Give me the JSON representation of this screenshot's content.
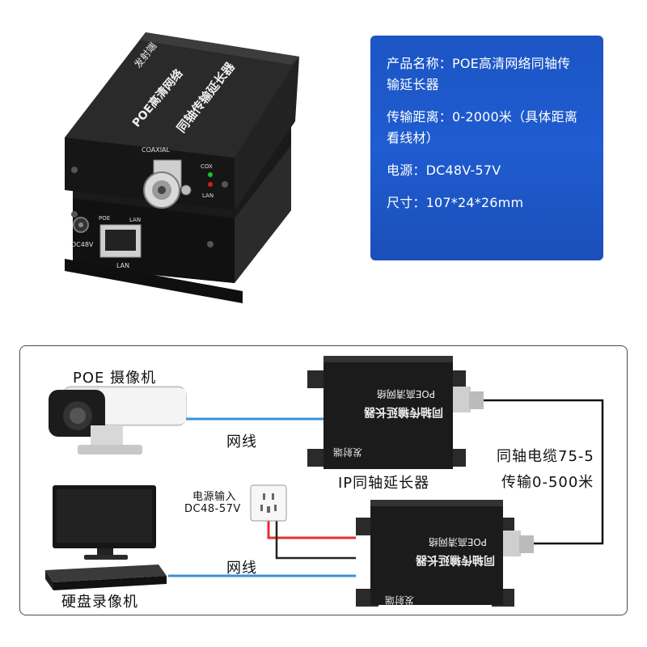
{
  "product": {
    "top_text_1": "发射端",
    "top_text_2": "POE高清网络",
    "top_text_3": "同轴传输延长器",
    "coaxial_label": "COAXIAL",
    "cox_label": "COX",
    "lan_led_label": "LAN",
    "dc_label": "DC48V",
    "poe_label": "POE",
    "lan_port_top_label": "LAN",
    "lan_port_label": "LAN"
  },
  "specs": [
    {
      "line1": "产品名称：POE高清网络同轴传",
      "line2": "输延长器"
    },
    {
      "line1": "传输距离：0-2000米（具体距离",
      "line2": "看线材）"
    },
    {
      "line1": "电源：DC48V-57V",
      "line2": ""
    },
    {
      "line1": "尺寸：107*24*26mm",
      "line2": ""
    }
  ],
  "diagram": {
    "camera_label": "POE 摄像机",
    "network_cable_top": "网线",
    "network_cable_bottom": "网线",
    "extender_label": "IP同轴延长器",
    "coax_cable_line1": "同轴电缆75-5",
    "coax_cable_line2": "传输0-500米",
    "power_input_line1": "电源输入",
    "power_input_line2": "DC48-57V",
    "nvr_label": "硬盘录像机",
    "device_text_1": "同轴传输延长器",
    "device_text_2": "POE高清网络",
    "device_text_3": "发射端",
    "colors": {
      "network": "#3b8fd8",
      "power_pos": "#e53030",
      "power_neg": "#222222",
      "coax": "#111111"
    }
  }
}
